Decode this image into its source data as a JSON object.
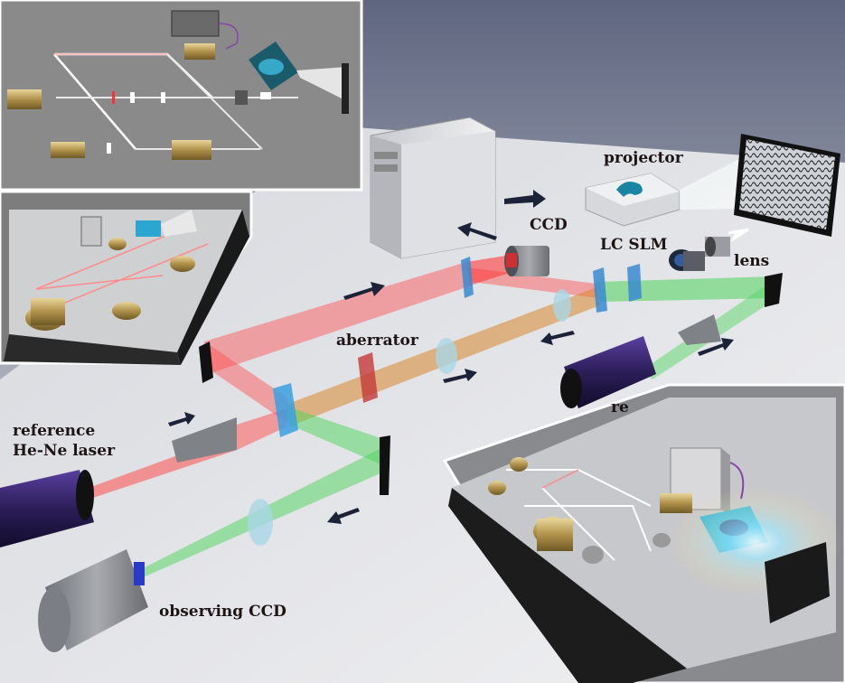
{
  "labels": {
    "projector": "projector",
    "ccd": "CCD",
    "lc_slm": "LC SLM",
    "lens": "lens",
    "aberrator": "aberrator",
    "reference_line1": "reference",
    "reference_line2": "He-Ne laser",
    "observing_ccd": "observing CCD",
    "re_partial": "re"
  },
  "colors": {
    "red_beam": "#ff4d4d",
    "green_beam": "#4cd45a",
    "orange_beam": "#d9862e",
    "table": "#e4e5e8",
    "background": "#7a8196",
    "laser_body": "#3a2a6e",
    "arrow": "#1c2238"
  },
  "icons": [
    "computer-tower-icon",
    "projector-icon",
    "screen-icon",
    "ccd-camera-icon",
    "lens-icon",
    "laser-icon",
    "mirror-icon",
    "beam-splitter-icon",
    "arrow-icon"
  ]
}
